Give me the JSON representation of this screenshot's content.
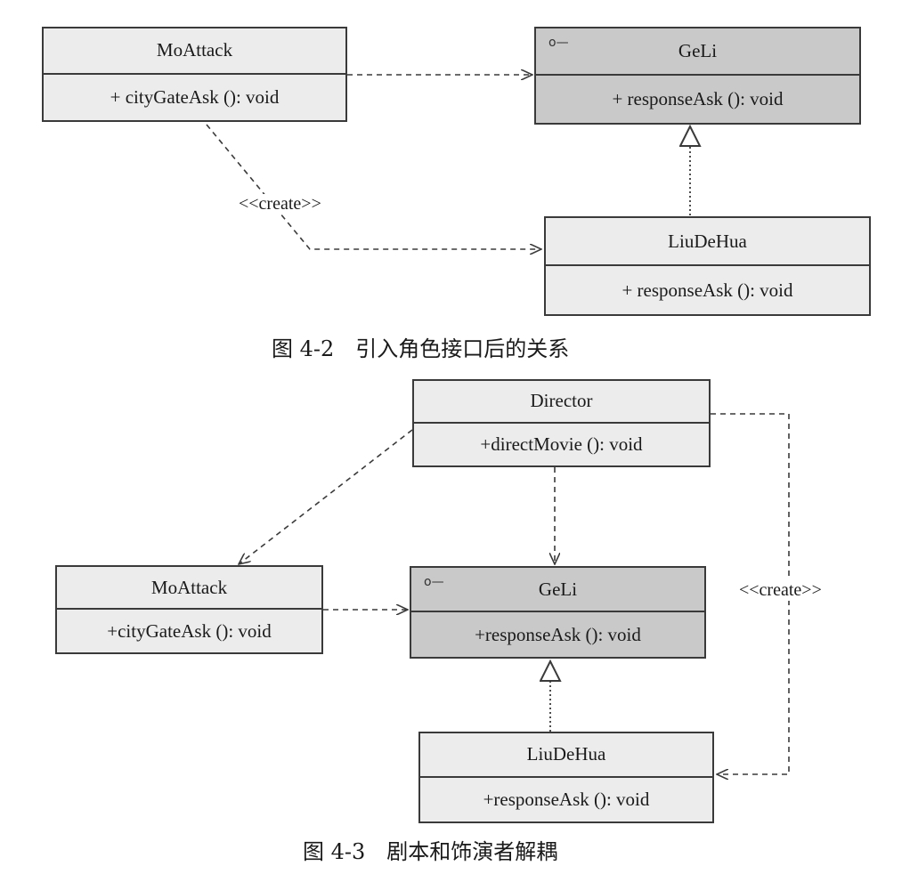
{
  "fig1": {
    "moattack": {
      "name": "MoAttack",
      "op": "+ cityGateAsk (): void"
    },
    "geli": {
      "name": "GeLi",
      "op": "+ responseAsk (): void",
      "iface_glyph": "o—"
    },
    "liudehua": {
      "name": "LiuDeHua",
      "op": "+ responseAsk (): void"
    },
    "create_label": "<<create>>",
    "caption": "图 4-2　引入角色接口后的关系"
  },
  "fig2": {
    "director": {
      "name": "Director",
      "op": "+directMovie (): void"
    },
    "moattack": {
      "name": "MoAttack",
      "op": "+cityGateAsk (): void"
    },
    "geli": {
      "name": "GeLi",
      "op": "+responseAsk (): void",
      "iface_glyph": "o—"
    },
    "liudehua": {
      "name": "LiuDeHua",
      "op": "+responseAsk (): void"
    },
    "create_label": "<<create>>",
    "caption": "图 4-3　剧本和饰演者解耦"
  },
  "colors": {
    "class_fill": "#ececec",
    "interface_fill": "#c9c9c9",
    "line": "#3a3a3a"
  }
}
